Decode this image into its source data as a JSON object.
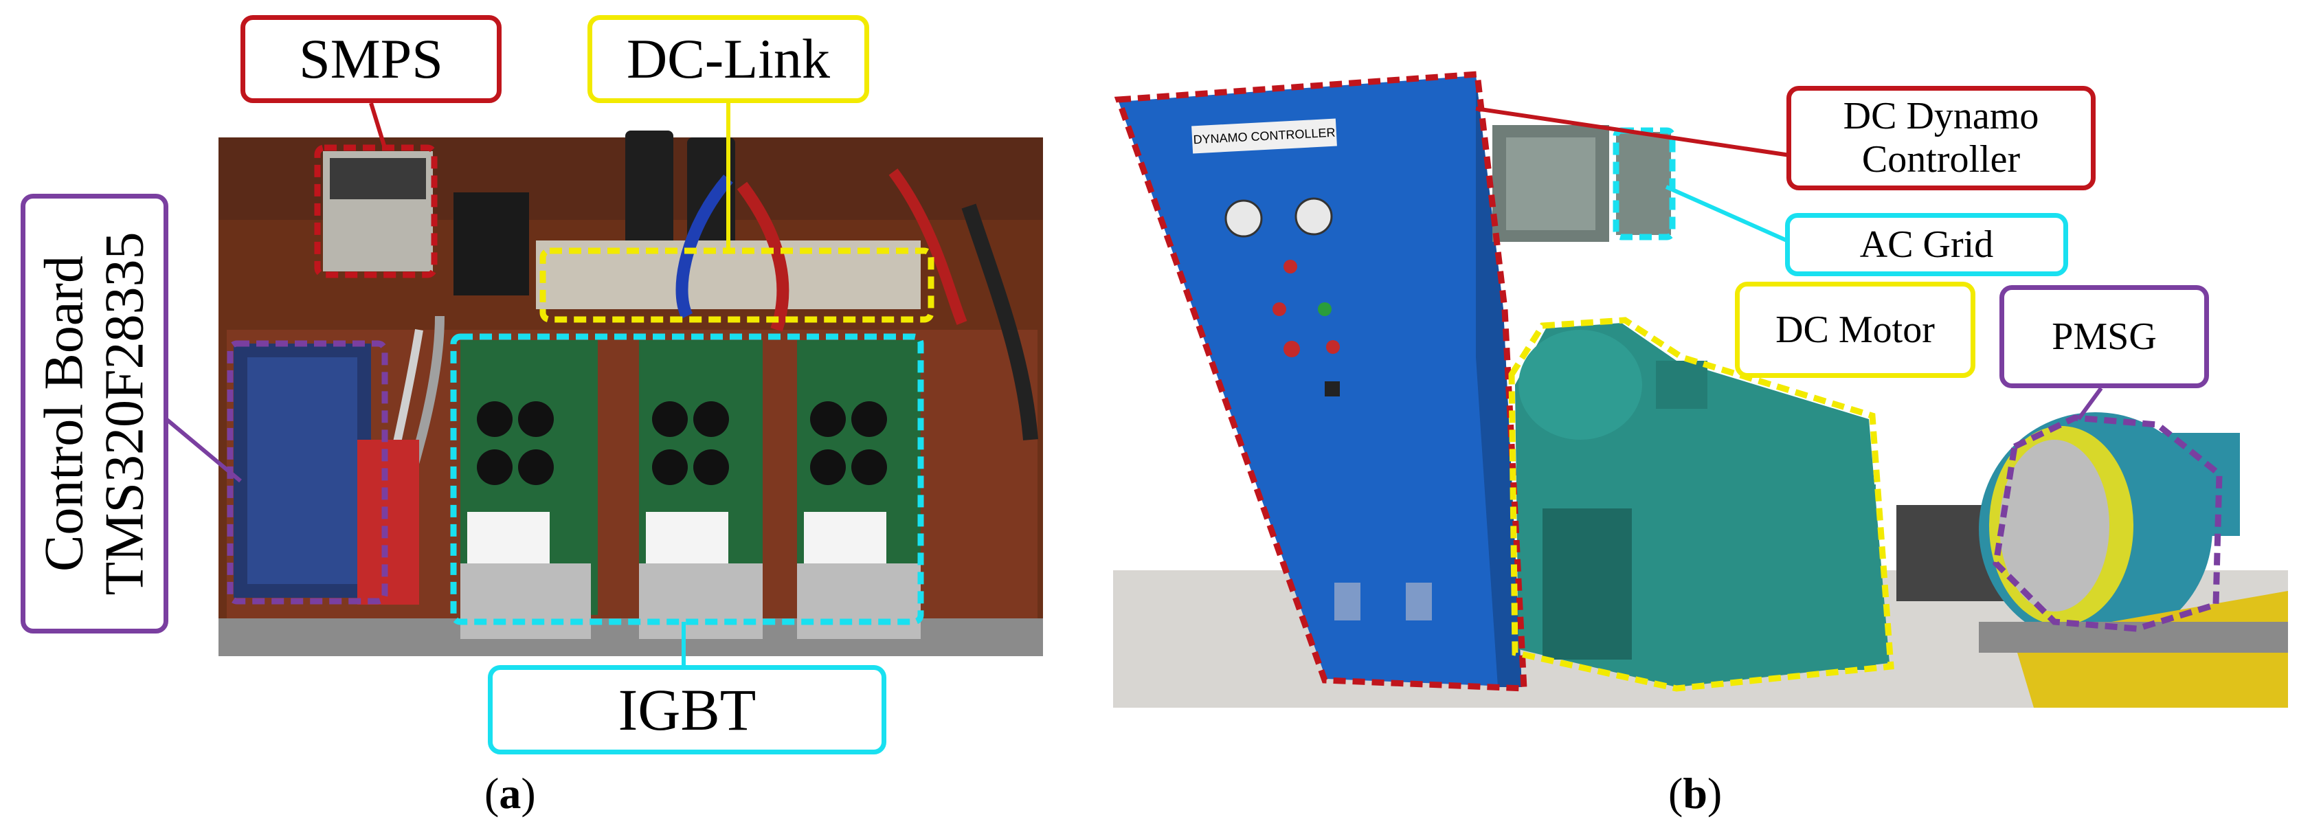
{
  "panel_a": {
    "labels": {
      "smps": "SMPS",
      "dc_link": "DC-Link",
      "control_board_line1": "Control Board",
      "control_board_line2": "TMS320F28335",
      "igbt": "IGBT"
    },
    "caption_open": "(",
    "caption_letter": "a",
    "caption_close": ")"
  },
  "panel_b": {
    "labels": {
      "dc_dynamo_line1": "DC Dynamo",
      "dc_dynamo_line2": "Controller",
      "ac_grid": "AC Grid",
      "dc_motor": "DC Motor",
      "pmsg": "PMSG"
    },
    "cabinet_plate": "DYNAMO CONTROLLER",
    "caption_open": "(",
    "caption_letter": "b",
    "caption_close": ")"
  },
  "colors": {
    "red": "#c0151c",
    "yellow": "#f2ea00",
    "cyan": "#19e0f0",
    "purple": "#7a3fa0",
    "board_wood": "#8a3a1c",
    "cabinet_blue": "#1c63c4",
    "machine_teal": "#2a8f86"
  }
}
